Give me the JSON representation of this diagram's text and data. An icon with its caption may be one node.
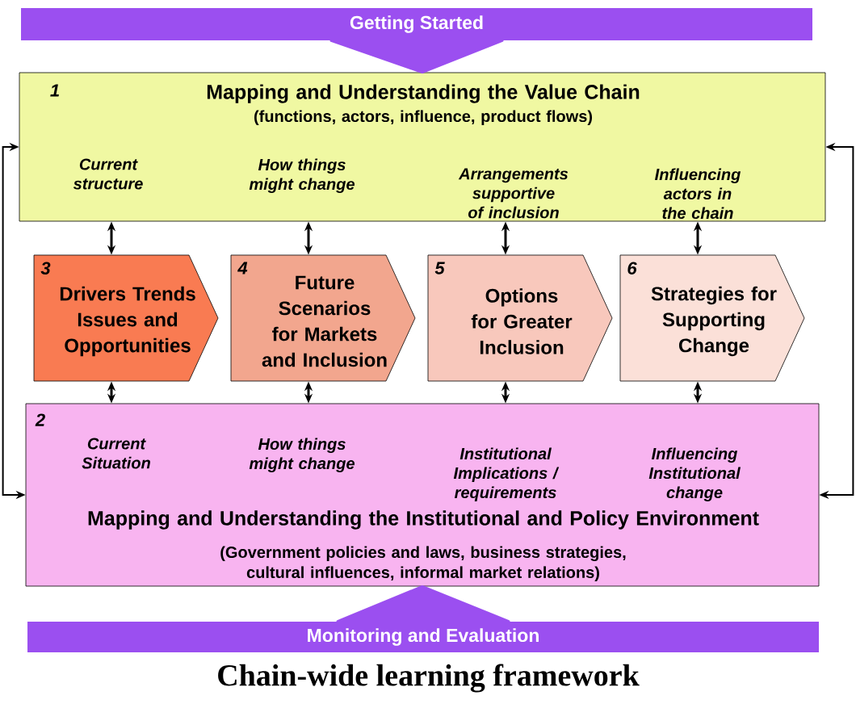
{
  "diagram": {
    "caption": "Chain-wide learning framework",
    "nodes": [
      {
        "text": [
          "Getting Started"
        ]
      },
      {
        "text": [
          "1",
          "Mapping and Understanding the Value Chain",
          "(functions, actors, influence,  product flows)",
          "Current structure",
          "How things might change",
          "Arrangements supportive of inclusion",
          "Influencing actors in the chain"
        ]
      },
      {
        "text": [
          "3",
          "Drivers Trends Issues and Opportunities"
        ]
      },
      {
        "text": [
          "4",
          "Future Scenarios for Markets and Inclusion"
        ]
      },
      {
        "text": [
          "5",
          "Options for Greater Inclusion"
        ]
      },
      {
        "text": [
          "6",
          "Strategies for Supporting Change"
        ]
      },
      {
        "text": [
          "2",
          "Current Situation",
          "How things might change",
          "Institutional Implications / requirements",
          "Influencing Institutional change",
          "Mapping and Understanding the Institutional and Policy Environment",
          "(Government policies and laws, business strategies, cultural influences, informal market relations)"
        ]
      },
      {
        "text": [
          "Monitoring and Evaluation"
        ]
      }
    ],
    "edges": [
      {
        "from": 0,
        "to": 1,
        "arrow": "to",
        "style": "thick",
        "color": "#9b4ff0"
      },
      {
        "from": 2,
        "to": 1,
        "arrow": "both"
      },
      {
        "from": 3,
        "to": 1,
        "arrow": "both"
      },
      {
        "from": 4,
        "to": 1,
        "arrow": "both"
      },
      {
        "from": 5,
        "to": 1,
        "arrow": "both"
      },
      {
        "from": 2,
        "to": 6,
        "arrow": "both"
      },
      {
        "from": 3,
        "to": 6,
        "arrow": "both"
      },
      {
        "from": 4,
        "to": 6,
        "arrow": "both"
      },
      {
        "from": 5,
        "to": 6,
        "arrow": "both"
      },
      {
        "from": 6,
        "to": 1,
        "arrow": "both"
      },
      {
        "from": 6,
        "to": 1,
        "arrow": "both"
      },
      {
        "from": 7,
        "to": 6,
        "arrow": "to",
        "style": "thick",
        "color": "#9b4ff0"
      }
    ]
  }
}
